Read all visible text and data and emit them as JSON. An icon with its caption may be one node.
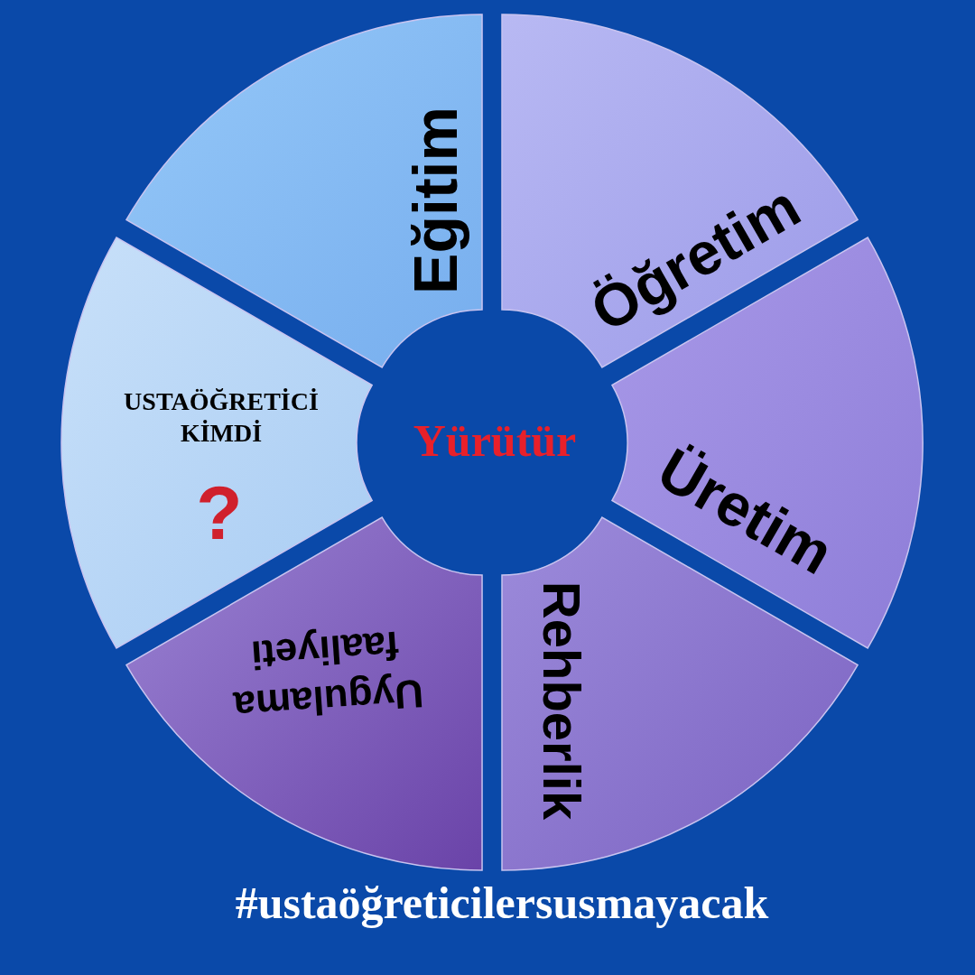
{
  "diagram": {
    "nodes": [
      {
        "text": [
          "Eğitim"
        ]
      },
      {
        "text": [
          "Öğretim"
        ]
      },
      {
        "text": [
          "Üretim"
        ]
      },
      {
        "text": [
          "Rehberlik"
        ]
      },
      {
        "text": [
          "Uygulama faaliyeti"
        ]
      },
      {
        "text": [
          "USTAÖĞRETİCİ KİMDİ",
          "?"
        ]
      }
    ],
    "labels": [
      "Yürütür",
      "#ustaöğreticilersusmayacak"
    ]
  }
}
